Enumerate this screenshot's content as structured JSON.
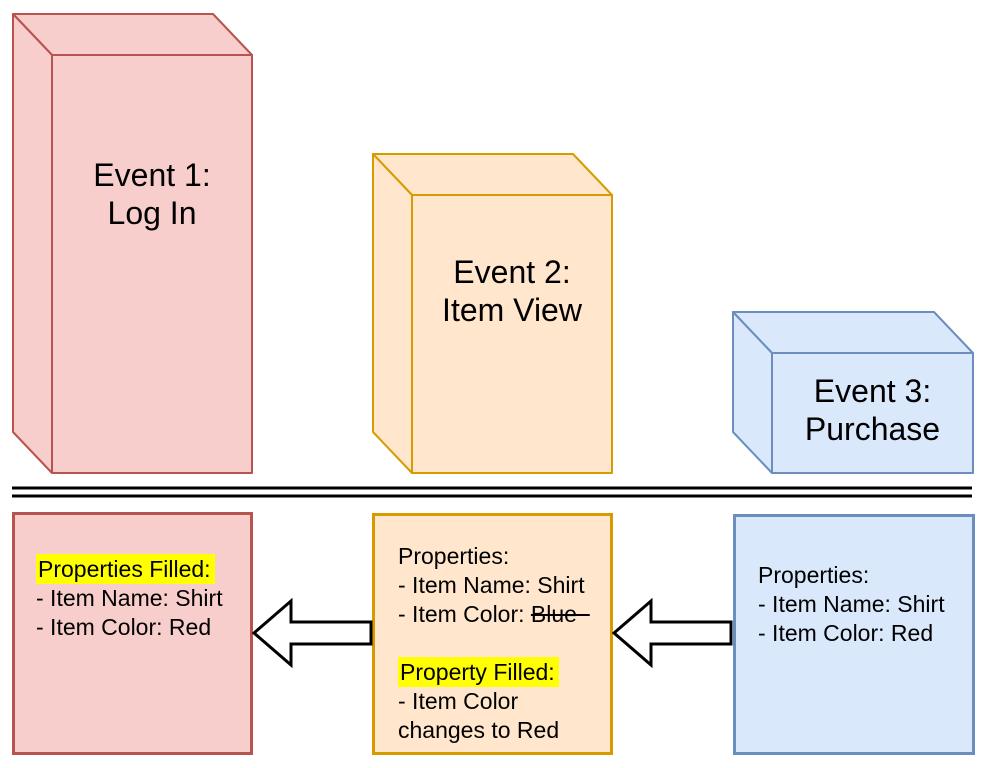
{
  "colors": {
    "event1_fill": "#f8cecc",
    "event1_stroke": "#b85450",
    "event2_fill": "#ffe6cc",
    "event2_stroke": "#d79b00",
    "event3_fill": "#dae8fc",
    "event3_stroke": "#6c8ebf",
    "highlight": "#ffff00",
    "arrow_fill": "#ffffff",
    "arrow_stroke": "#000000",
    "divider": "#000000",
    "text": "#000000"
  },
  "events": [
    {
      "label_line1": "Event 1:",
      "label_line2": "Log In"
    },
    {
      "label_line1": "Event 2:",
      "label_line2": "Item View"
    },
    {
      "label_line1": "Event 3:",
      "label_line2": "Purchase"
    }
  ],
  "panels": {
    "login": {
      "filled_heading": "Properties Filled:",
      "line_name": "- Item Name: Shirt",
      "line_color": "- Item Color: Red"
    },
    "item_view": {
      "heading": "Properties:",
      "line_name": "- Item Name: Shirt",
      "color_prefix": "- Item Color: ",
      "color_struck": "Blue",
      "filled_heading": "Property Filled:",
      "filled_line1": "- Item Color",
      "filled_line2": "changes to Red"
    },
    "purchase": {
      "heading": "Properties:",
      "line_name": "- Item Name: Shirt",
      "line_color": "- Item Color: Red"
    }
  }
}
